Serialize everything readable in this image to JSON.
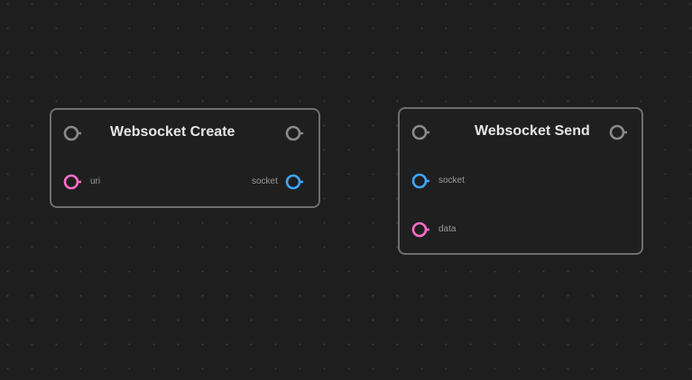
{
  "nodes": [
    {
      "id": "websocket-create",
      "title": "Websocket Create",
      "inputs": [
        {
          "label": "uri",
          "color": "#ff6ec7"
        }
      ],
      "outputs": [
        {
          "label": "socket",
          "color": "#3ea6ff"
        }
      ]
    },
    {
      "id": "websocket-send",
      "title": "Websocket Send",
      "inputs": [
        {
          "label": "socket",
          "color": "#3ea6ff"
        },
        {
          "label": "data",
          "color": "#ff6ec7"
        }
      ],
      "outputs": []
    }
  ],
  "colors": {
    "exec_port": "#8a8a8a",
    "string_port": "#ff6ec7",
    "socket_port": "#3ea6ff",
    "node_border": "#6e6e6e",
    "background": "#1e1e1e"
  },
  "icons": {
    "exec_in": "exec-pin-icon",
    "exec_out": "exec-pin-icon",
    "data_pin": "data-pin-icon"
  }
}
